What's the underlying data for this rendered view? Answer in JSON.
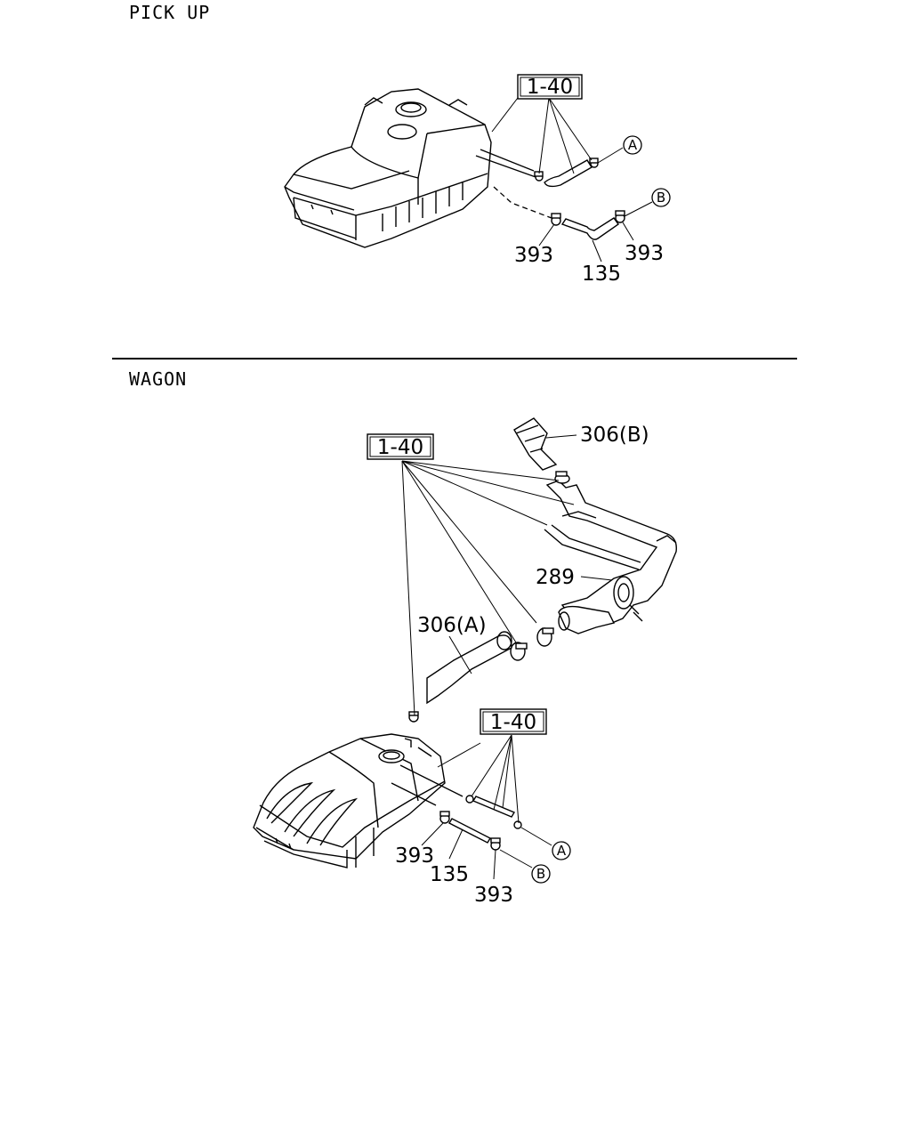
{
  "sections": {
    "pickup": {
      "title": "PICK UP",
      "ref_box": "1-40",
      "labels": {
        "clamp_left": "393",
        "clamp_right": "393",
        "hose": "135"
      },
      "markers": {
        "a": "A",
        "b": "B"
      }
    },
    "wagon": {
      "title": "WAGON",
      "ref_box_top": "1-40",
      "ref_box_bottom": "1-40",
      "labels": {
        "protector_b": "306(B)",
        "filler_neck": "289",
        "hose_a": "306(A)",
        "clamp_left": "393",
        "hose": "135",
        "clamp_right": "393"
      },
      "markers": {
        "a": "A",
        "b": "B"
      }
    }
  }
}
